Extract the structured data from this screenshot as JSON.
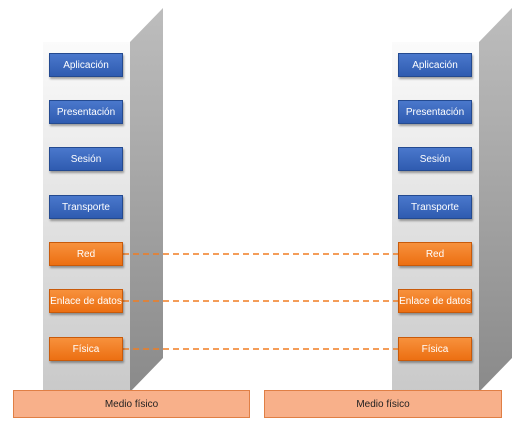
{
  "stacks": [
    {
      "layers": [
        {
          "label": "Aplicación",
          "type": "upper"
        },
        {
          "label": "Presentación",
          "type": "upper"
        },
        {
          "label": "Sesión",
          "type": "upper"
        },
        {
          "label": "Transporte",
          "type": "upper"
        },
        {
          "label": "Red",
          "type": "lower"
        },
        {
          "label": "Enlace de datos",
          "type": "lower"
        },
        {
          "label": "Física",
          "type": "lower"
        }
      ],
      "medium_label": "Medio físico"
    },
    {
      "layers": [
        {
          "label": "Aplicación",
          "type": "upper"
        },
        {
          "label": "Presentación",
          "type": "upper"
        },
        {
          "label": "Sesión",
          "type": "upper"
        },
        {
          "label": "Transporte",
          "type": "upper"
        },
        {
          "label": "Red",
          "type": "lower"
        },
        {
          "label": "Enlace de datos",
          "type": "lower"
        },
        {
          "label": "Física",
          "type": "lower"
        }
      ],
      "medium_label": "Medio físico"
    }
  ],
  "connections": [
    "Red",
    "Enlace de datos",
    "Física"
  ],
  "colors": {
    "upper_layer": "#3565bd",
    "lower_layer": "#f07d22",
    "medium": "#f8b08a",
    "connection_line": "#f07d22"
  }
}
